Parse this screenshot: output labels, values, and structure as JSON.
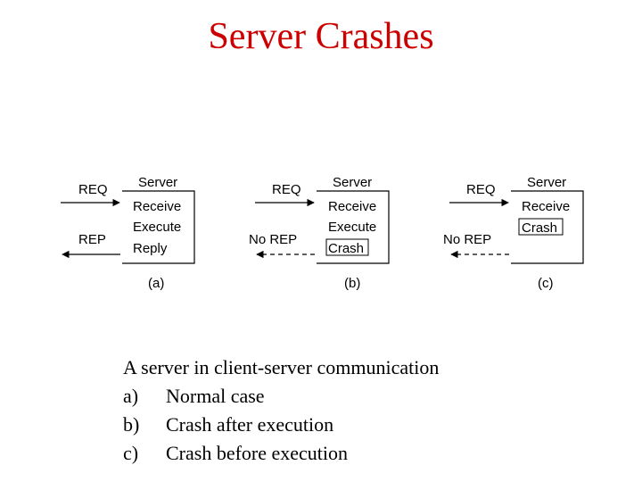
{
  "slide": {
    "title": "Server Crashes"
  },
  "panels": {
    "a": {
      "server_label": "Server",
      "req": "REQ",
      "rep": "REP",
      "steps": [
        "Receive",
        "Execute",
        "Reply"
      ],
      "tag": "(a)"
    },
    "b": {
      "server_label": "Server",
      "req": "REQ",
      "rep": "No REP",
      "steps": [
        "Receive",
        "Execute",
        "Crash"
      ],
      "tag": "(b)"
    },
    "c": {
      "server_label": "Server",
      "req": "REQ",
      "rep": "No REP",
      "steps": [
        "Receive",
        "Crash"
      ],
      "tag": "(c)"
    }
  },
  "caption": {
    "heading": "A server in client-server communication",
    "items": [
      {
        "label": "a)",
        "text": "Normal case"
      },
      {
        "label": "b)",
        "text": "Crash after execution"
      },
      {
        "label": "c)",
        "text": "Crash before execution"
      }
    ]
  }
}
